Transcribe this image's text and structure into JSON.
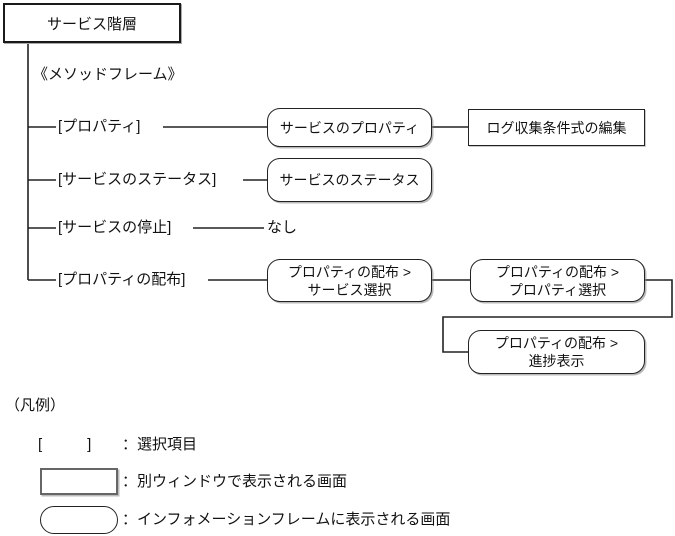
{
  "tree": {
    "root_label": "サービス階層",
    "frame_label": "《メソッドフレーム》",
    "branches": [
      {
        "item": "[プロパティ]",
        "frames": [
          "サービスのプロパティ"
        ],
        "windows": [
          "ログ収集条件式の編集"
        ]
      },
      {
        "item": "[サービスのステータス]",
        "frames": [
          "サービスのステータス"
        ]
      },
      {
        "item": "[サービスの停止]",
        "none": "なし"
      },
      {
        "item": "[プロパティの配布]",
        "frames": [
          "プロパティの配布 >\nサービス選択",
          "プロパティの配布 >\nプロパティ選択",
          "プロパティの配布 >\n進捗表示"
        ]
      }
    ]
  },
  "legend": {
    "title": "（凡例）",
    "items": [
      {
        "symbol": "[　　　]",
        "label": "：選択項目"
      },
      {
        "symbol_type": "window-box",
        "label": "：別ウィンドウで表示される画面"
      },
      {
        "symbol_type": "frame-box",
        "label": "：インフォメーションフレームに表示される画面"
      }
    ]
  },
  "colors": {
    "line": "#222222",
    "background": "#ffffff",
    "text": "#111111"
  }
}
